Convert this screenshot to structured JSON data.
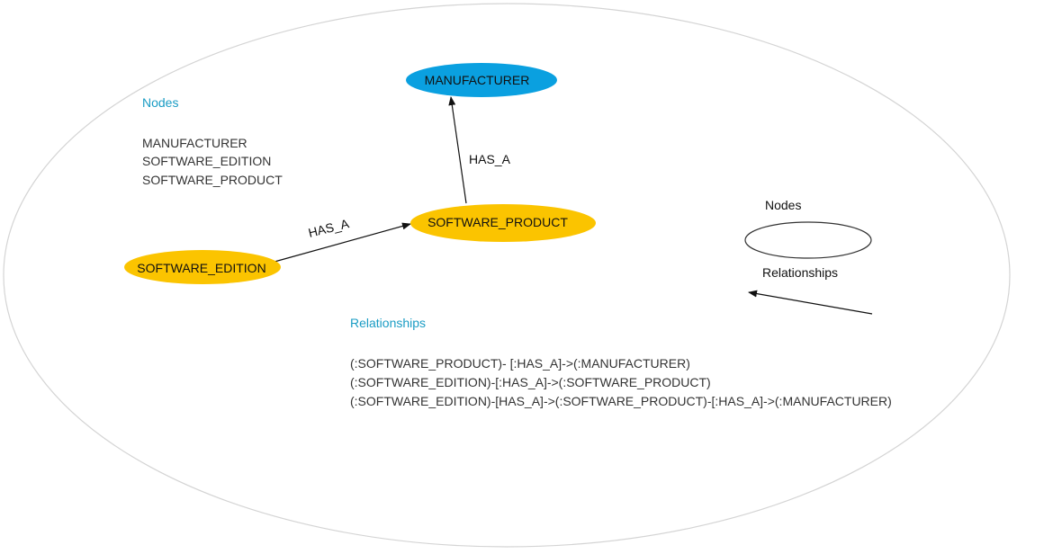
{
  "nodes": {
    "manufacturer": "MANUFACTURER",
    "software_product": "SOFTWARE_PRODUCT",
    "software_edition": "SOFTWARE_EDITION"
  },
  "edges": {
    "product_to_manufacturer": "HAS_A",
    "edition_to_product": "HAS_A"
  },
  "nodes_panel": {
    "title": "Nodes",
    "items": [
      "MANUFACTURER",
      "SOFTWARE_EDITION",
      "SOFTWARE_PRODUCT"
    ]
  },
  "relationships_panel": {
    "title": "Relationships",
    "items": [
      "(:SOFTWARE_PRODUCT)- [:HAS_A]->(:MANUFACTURER)",
      "(:SOFTWARE_EDITION)-[:HAS_A]->(:SOFTWARE_PRODUCT)",
      "(:SOFTWARE_EDITION)-[HAS_A]->(:SOFTWARE_PRODUCT)-[:HAS_A]->(:MANUFACTURER)"
    ]
  },
  "legend": {
    "nodes_label": "Nodes",
    "relationships_label": "Relationships"
  },
  "colors": {
    "manufacturer_fill": "#0aa0e0",
    "entity_fill": "#fbc400",
    "section_title": "#1a9cc4",
    "outer_ellipse": "#d4d4d4"
  }
}
